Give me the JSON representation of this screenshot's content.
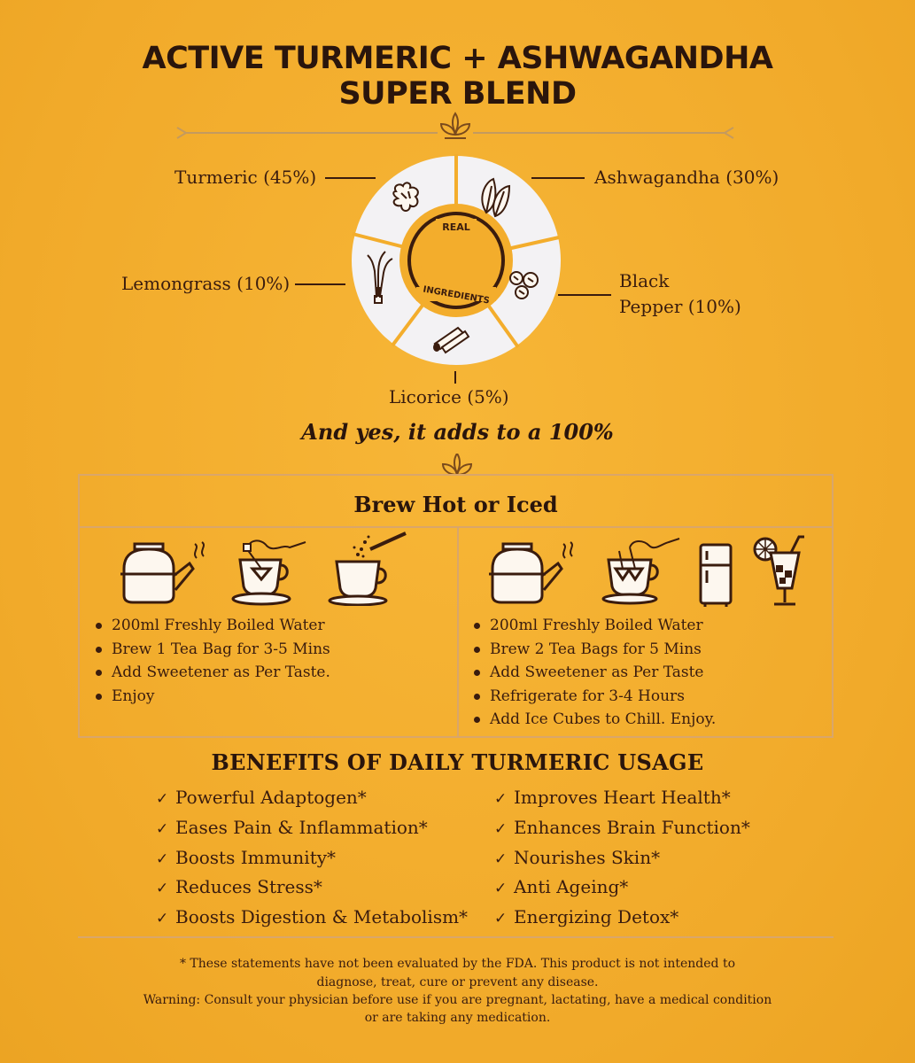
{
  "title": {
    "line1": "ACTIVE TURMERIC + ASHWAGANDHA",
    "line2": "SUPER BLEND"
  },
  "ingredients": {
    "turmeric": "Turmeric (45%)",
    "ashwagandha": "Ashwagandha (30%)",
    "lemongrass": "Lemongrass (10%)",
    "black_pepper_1": "Black",
    "black_pepper_2": "Pepper (10%)",
    "licorice": "Licorice (5%)",
    "center_top": "REAL",
    "center_bottom": "INGREDIENTS",
    "icons": [
      "ginger-icon",
      "leaves-icon",
      "peppercorns-icon",
      "cinnamon-sticks-icon",
      "lemongrass-icon"
    ]
  },
  "tagline": "And yes, it adds to a 100%",
  "brew": {
    "heading": "Brew Hot or Iced",
    "hot": {
      "steps": [
        "200ml Freshly Boiled Water",
        "Brew 1 Tea Bag for 3-5 Mins",
        "Add Sweetener as Per Taste.",
        "Enjoy"
      ],
      "icons": [
        "kettle-icon",
        "teabag-cup-icon",
        "sweetener-cup-icon"
      ]
    },
    "iced": {
      "steps": [
        "200ml Freshly Boiled Water",
        "Brew 2 Tea Bags for 5 Mins",
        "Add Sweetener as Per Taste",
        "Refrigerate for 3-4 Hours",
        "Add Ice Cubes to Chill. Enjoy."
      ],
      "icons": [
        "kettle-icon",
        "teabag-cup-icon",
        "refrigerator-icon",
        "iced-drink-icon"
      ]
    }
  },
  "benefits": {
    "heading": "BENEFITS OF DAILY TURMERIC USAGE",
    "check": "✓",
    "left": [
      "Powerful Adaptogen*",
      "Eases Pain & Inflammation*",
      "Boosts Immunity*",
      "Reduces Stress*",
      "Boosts Digestion & Metabolism*"
    ],
    "right": [
      "Improves Heart Health*",
      "Enhances Brain Function*",
      "Nourishes Skin*",
      "Anti Ageing*",
      "Energizing Detox*"
    ]
  },
  "disclaimer": {
    "line1": "* These statements have not been evaluated by the FDA. This product is not intended to",
    "line2": "diagnose, treat, cure or prevent any disease.",
    "line3": "Warning: Consult your physician before use if you are pregnant, lactating, have a medical condition",
    "line4": "or are taking any medication."
  },
  "colors": {
    "background": "#f3ad2c",
    "text": "#3a1c0e",
    "gold_line": "#d9a66a",
    "wheel_fill": "#f3f2f4",
    "icon_fill": "#fdf7ef"
  }
}
